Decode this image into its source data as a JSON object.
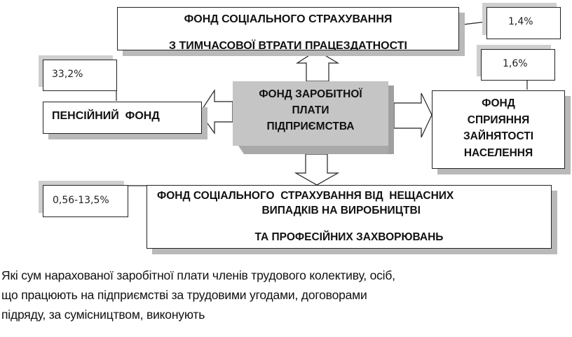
{
  "center_fund": {
    "lines": [
      "ФОНД ЗАРОБІТНОЇ",
      "ПЛАТИ",
      "ПІДПРИЄМСТВА"
    ]
  },
  "top_fund": {
    "line1": "ФОНД СОЦІАЛЬНОГО СТРАХУВАННЯ",
    "line2": "З ТИМЧАСОВОЇ ВТРАТИ ПРАЦЕЗДАТНОСТІ",
    "rate": "1,4%"
  },
  "pension_fund": {
    "label": "ПЕНСІЙНИЙ  ФОНД",
    "rate": "33,2%"
  },
  "employment_fund": {
    "lines": [
      "ФОНД",
      "СПРИЯННЯ",
      "ЗАЙНЯТОСТІ",
      "НАСЕЛЕННЯ"
    ],
    "rate": "1,6%"
  },
  "accident_fund": {
    "line1": "ФОНД СОЦІАЛЬНОГО  СТРАХУВАННЯ ВІД  НЕЩАСНИХ",
    "line2": "ВИПАДКІВ НА ВИРОБНИЦТВІ",
    "line3": "ТА ПРОФЕСІЙНИХ ЗАХВОРЮВАНЬ",
    "rate": "0,56-13,5%"
  },
  "caption": {
    "lines": [
      "Які сум нарахованої заробітної плати членів трудового колективу, осіб,",
      "що працюють на підприємстві за трудовими угодами, договорами",
      "підряду, за сумісництвом, виконують"
    ]
  }
}
